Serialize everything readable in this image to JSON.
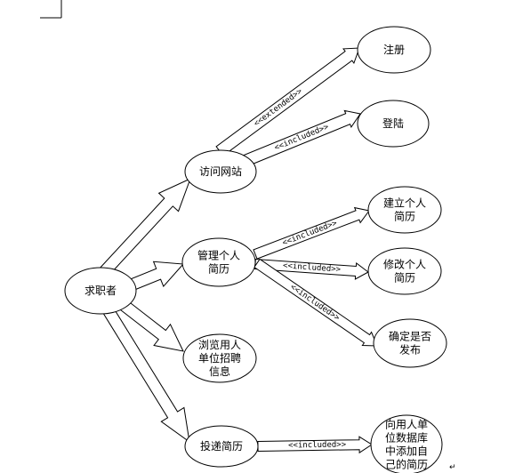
{
  "diagram": {
    "actor": {
      "id": "actor",
      "label": [
        "求职者"
      ]
    },
    "use_cases": [
      {
        "id": "uc-visit",
        "label": [
          "访问网站"
        ]
      },
      {
        "id": "uc-manage",
        "label": [
          "管理个人",
          "简历"
        ]
      },
      {
        "id": "uc-browse",
        "label": [
          "浏览用人",
          "单位招聘",
          "信息"
        ]
      },
      {
        "id": "uc-submit",
        "label": [
          "投递简历"
        ]
      },
      {
        "id": "uc-register",
        "label": [
          "注册"
        ]
      },
      {
        "id": "uc-login",
        "label": [
          "登陆"
        ]
      },
      {
        "id": "uc-create",
        "label": [
          "建立个人",
          "简历"
        ]
      },
      {
        "id": "uc-modify",
        "label": [
          "修改个人",
          "简历"
        ]
      },
      {
        "id": "uc-publish",
        "label": [
          "确定是否",
          "发布"
        ]
      },
      {
        "id": "uc-add",
        "label": [
          "向用人单",
          "位数据库",
          "中添加自",
          "己的简历"
        ]
      }
    ],
    "relations": [
      {
        "from": "uc-visit",
        "to": "uc-register",
        "label": "<<extended>>"
      },
      {
        "from": "uc-visit",
        "to": "uc-login",
        "label": "<<included>>"
      },
      {
        "from": "uc-manage",
        "to": "uc-create",
        "label": "<<included>>"
      },
      {
        "from": "uc-manage",
        "to": "uc-modify",
        "label": "<<included>>"
      },
      {
        "from": "uc-manage",
        "to": "uc-publish",
        "label": "<<included>>"
      },
      {
        "from": "uc-submit",
        "to": "uc-add",
        "label": "<<included>>"
      }
    ],
    "associations": [
      {
        "from": "actor",
        "to": "uc-visit"
      },
      {
        "from": "actor",
        "to": "uc-manage"
      },
      {
        "from": "actor",
        "to": "uc-browse"
      },
      {
        "from": "actor",
        "to": "uc-submit"
      }
    ],
    "paragraph_mark": "↵"
  }
}
